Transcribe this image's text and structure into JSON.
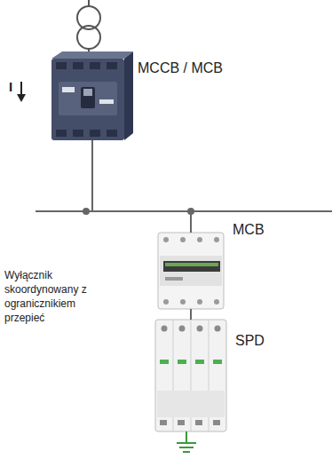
{
  "diagram": {
    "nodes": [
      {
        "text": [
          "MCCB / MCB"
        ]
      },
      {
        "text": [
          "MCB"
        ]
      },
      {
        "text": [
          "SPD"
        ]
      }
    ],
    "edges": [
      {
        "from": 0,
        "to": 1,
        "arrow": "none"
      },
      {
        "from": 1,
        "to": 2,
        "arrow": "none"
      }
    ],
    "labels": [
      "I",
      "Wyłącznik skoordynowany z ogranicznikiem przepieć"
    ]
  }
}
